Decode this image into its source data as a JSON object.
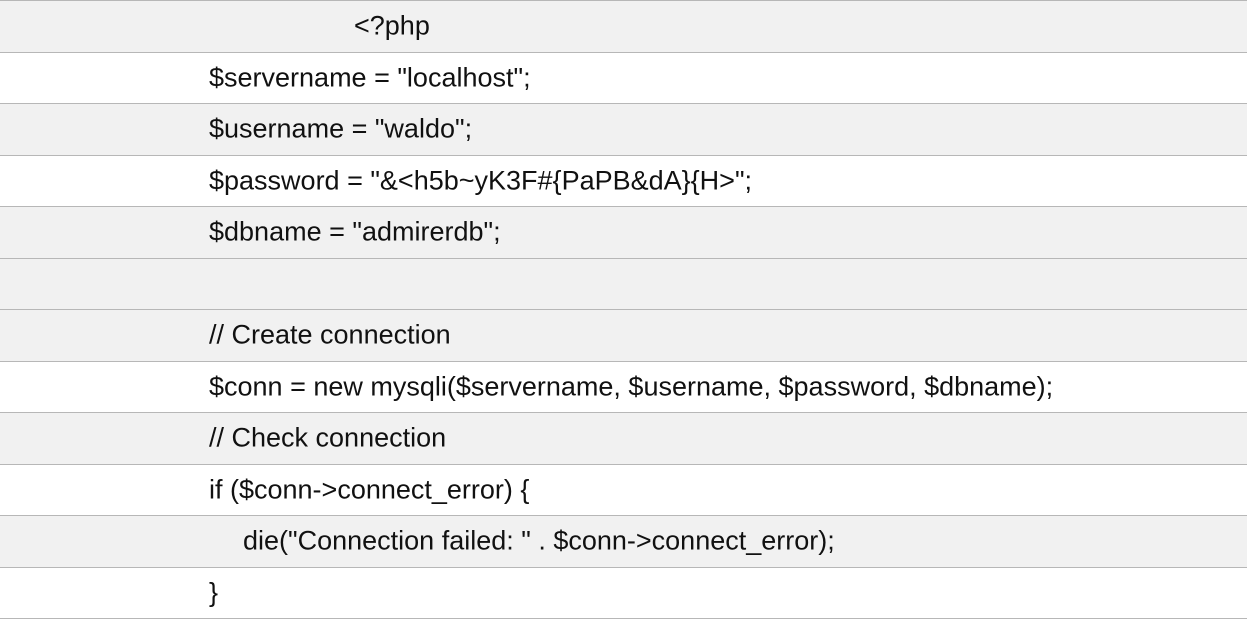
{
  "code_lines": [
    {
      "text": "<?php"
    },
    {
      "text": "$servername = \"localhost\";"
    },
    {
      "text": "$username = \"waldo\";"
    },
    {
      "text": "$password = \"&<h5b~yK3F#{PaPB&dA}{H>\";"
    },
    {
      "text": "$dbname = \"admirerdb\";"
    },
    {
      "text": ""
    },
    {
      "text": "// Create connection"
    },
    {
      "text": "$conn = new mysqli($servername, $username, $password, $dbname);"
    },
    {
      "text": "// Check connection"
    },
    {
      "text": "if ($conn->connect_error) {"
    },
    {
      "text": "die(\"Connection failed: \" . $conn->connect_error);"
    },
    {
      "text": "}"
    }
  ]
}
